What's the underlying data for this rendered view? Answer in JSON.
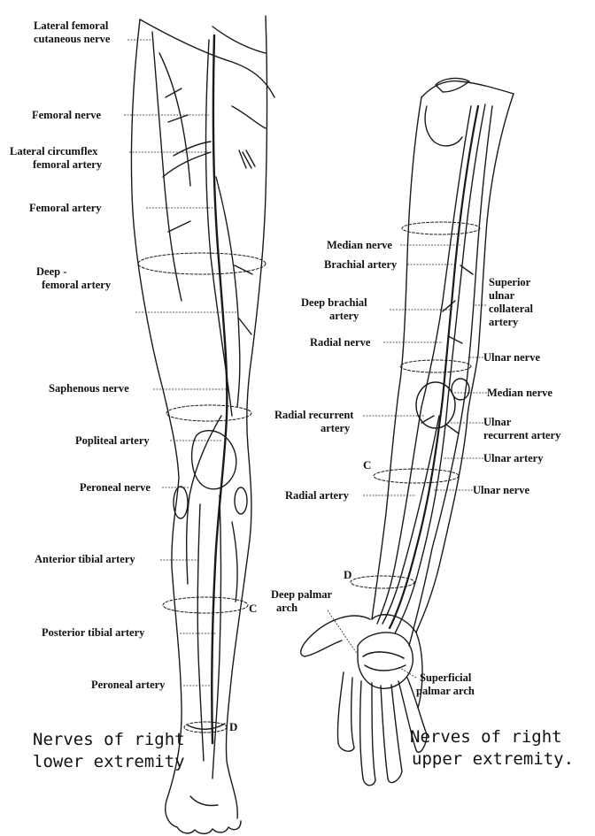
{
  "leg_labels": {
    "lateral_femoral_cutaneous_nerve": [
      "Lateral femoral",
      "cutaneous nerve"
    ],
    "femoral_nerve": "Femoral nerve",
    "lateral_circumflex_femoral_artery": [
      "Lateral circumflex",
      "femoral artery"
    ],
    "femoral_artery": "Femoral artery",
    "deep_femoral_artery": [
      "Deep -",
      "femoral artery"
    ],
    "saphenous_nerve": "Saphenous nerve",
    "popliteal_artery": "Popliteal artery",
    "peroneal_nerve": "Peroneal nerve",
    "anterior_tibial_artery": "Anterior tibial artery",
    "posterior_tibial_artery": "Posterior tibial artery",
    "peroneal_artery": "Peroneal artery",
    "marker_c": "C",
    "marker_d": "D"
  },
  "arm_labels": {
    "median_nerve_upper": "Median nerve",
    "brachial_artery": "Brachial artery",
    "deep_brachial_artery": [
      "Deep brachial",
      "artery"
    ],
    "radial_nerve": "Radial nerve",
    "superior_ulnar_collateral_artery": [
      "Superior",
      "ulnar",
      "collateral",
      "artery"
    ],
    "ulnar_nerve_upper": "Ulnar nerve",
    "median_nerve_lower": "Median nerve",
    "radial_recurrent_artery": [
      "Radial recurrent",
      "artery"
    ],
    "ulnar_recurrent_artery": [
      "Ulnar",
      "recurrent artery"
    ],
    "ulnar_artery": "Ulnar artery",
    "radial_artery": "Radial artery",
    "ulnar_nerve_lower": "Ulnar nerve",
    "deep_palmar_arch": [
      "Deep palmar",
      "arch"
    ],
    "superficial_palmar_arch": [
      "Superficial",
      "palmar arch"
    ],
    "marker_c": "C",
    "marker_d": "D"
  },
  "captions": {
    "leg": [
      "Nerves of right",
      "lower extremity"
    ],
    "arm": [
      "Nerves of right",
      "upper extremity."
    ]
  }
}
